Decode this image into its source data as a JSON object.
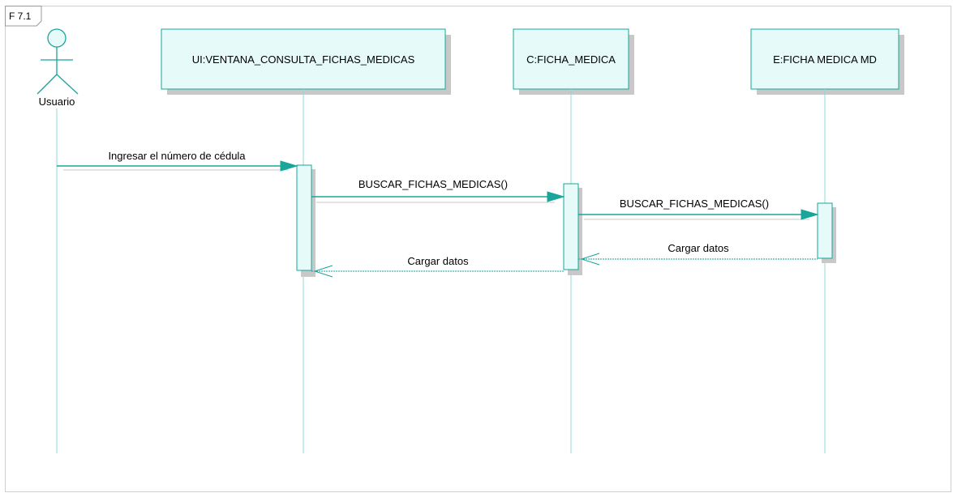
{
  "frame": {
    "label": "F 7.1"
  },
  "colors": {
    "accent": "#1aa59a",
    "box_fill": "#e6fbf9",
    "shadow": "#c8c8c8",
    "lifeline": "#8fd9d3",
    "frame_border": "#cfcfcf"
  },
  "actor": {
    "name": "Usuario",
    "icon": "stick-figure-actor-icon"
  },
  "lifelines": [
    {
      "label": "UI:VENTANA_CONSULTA_FICHAS_MEDICAS"
    },
    {
      "label": "C:FICHA_MEDICA"
    },
    {
      "label": "E:FICHA MEDICA MD"
    }
  ],
  "messages": [
    {
      "label": "Ingresar el número de cédula",
      "type": "call"
    },
    {
      "label": "BUSCAR_FICHAS_MEDICAS()",
      "type": "call"
    },
    {
      "label": "BUSCAR_FICHAS_MEDICAS()",
      "type": "call"
    },
    {
      "label": "Cargar datos",
      "type": "return"
    },
    {
      "label": "Cargar datos",
      "type": "return"
    }
  ]
}
